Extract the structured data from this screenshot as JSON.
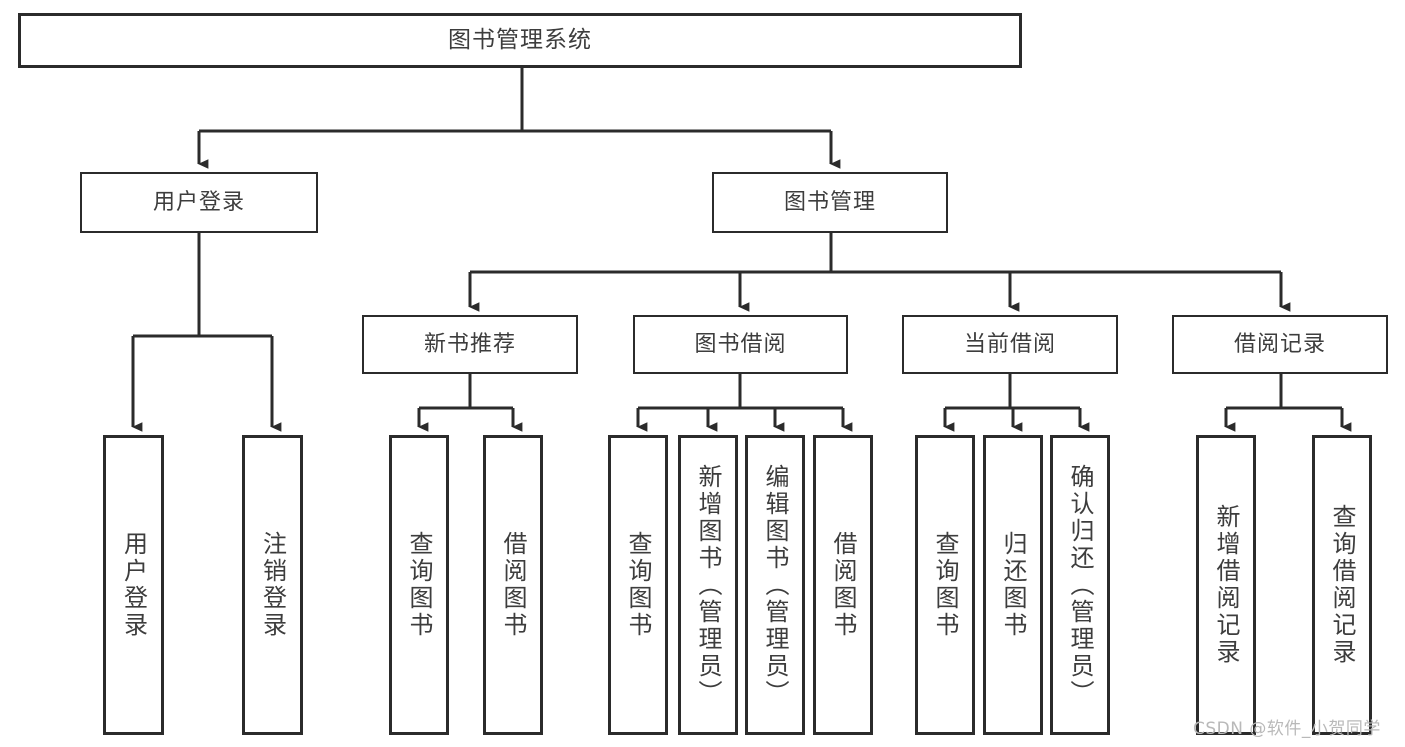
{
  "diagram": {
    "title": "图书管理系统",
    "type": "hierarchy-tree",
    "root": {
      "label": "图书管理系统"
    },
    "level2": [
      {
        "label": "用户登录"
      },
      {
        "label": "图书管理"
      }
    ],
    "level3": [
      {
        "label": "新书推荐"
      },
      {
        "label": "图书借阅"
      },
      {
        "label": "当前借阅"
      },
      {
        "label": "借阅记录"
      }
    ],
    "leaves": {
      "user_login": [
        {
          "label": "用户登录"
        },
        {
          "label": "注销登录"
        }
      ],
      "new_book_recommend": [
        {
          "label": "查询图书"
        },
        {
          "label": "借阅图书"
        }
      ],
      "book_borrow": [
        {
          "label": "查询图书"
        },
        {
          "label": "新增图书（管理员）"
        },
        {
          "label": "编辑图书（管理员）"
        },
        {
          "label": "借阅图书"
        }
      ],
      "current_borrow": [
        {
          "label": "查询图书"
        },
        {
          "label": "归还图书"
        },
        {
          "label": "确认归还（管理员）"
        }
      ],
      "borrow_record": [
        {
          "label": "新增借阅记录"
        },
        {
          "label": "查询借阅记录"
        }
      ]
    },
    "colors": {
      "border": "#2b2b2b",
      "text": "#3d3d3d",
      "background": "#ffffff",
      "watermark": "#b9b9b9"
    }
  },
  "watermark": {
    "text": "CSDN @软件_小贺同学"
  }
}
